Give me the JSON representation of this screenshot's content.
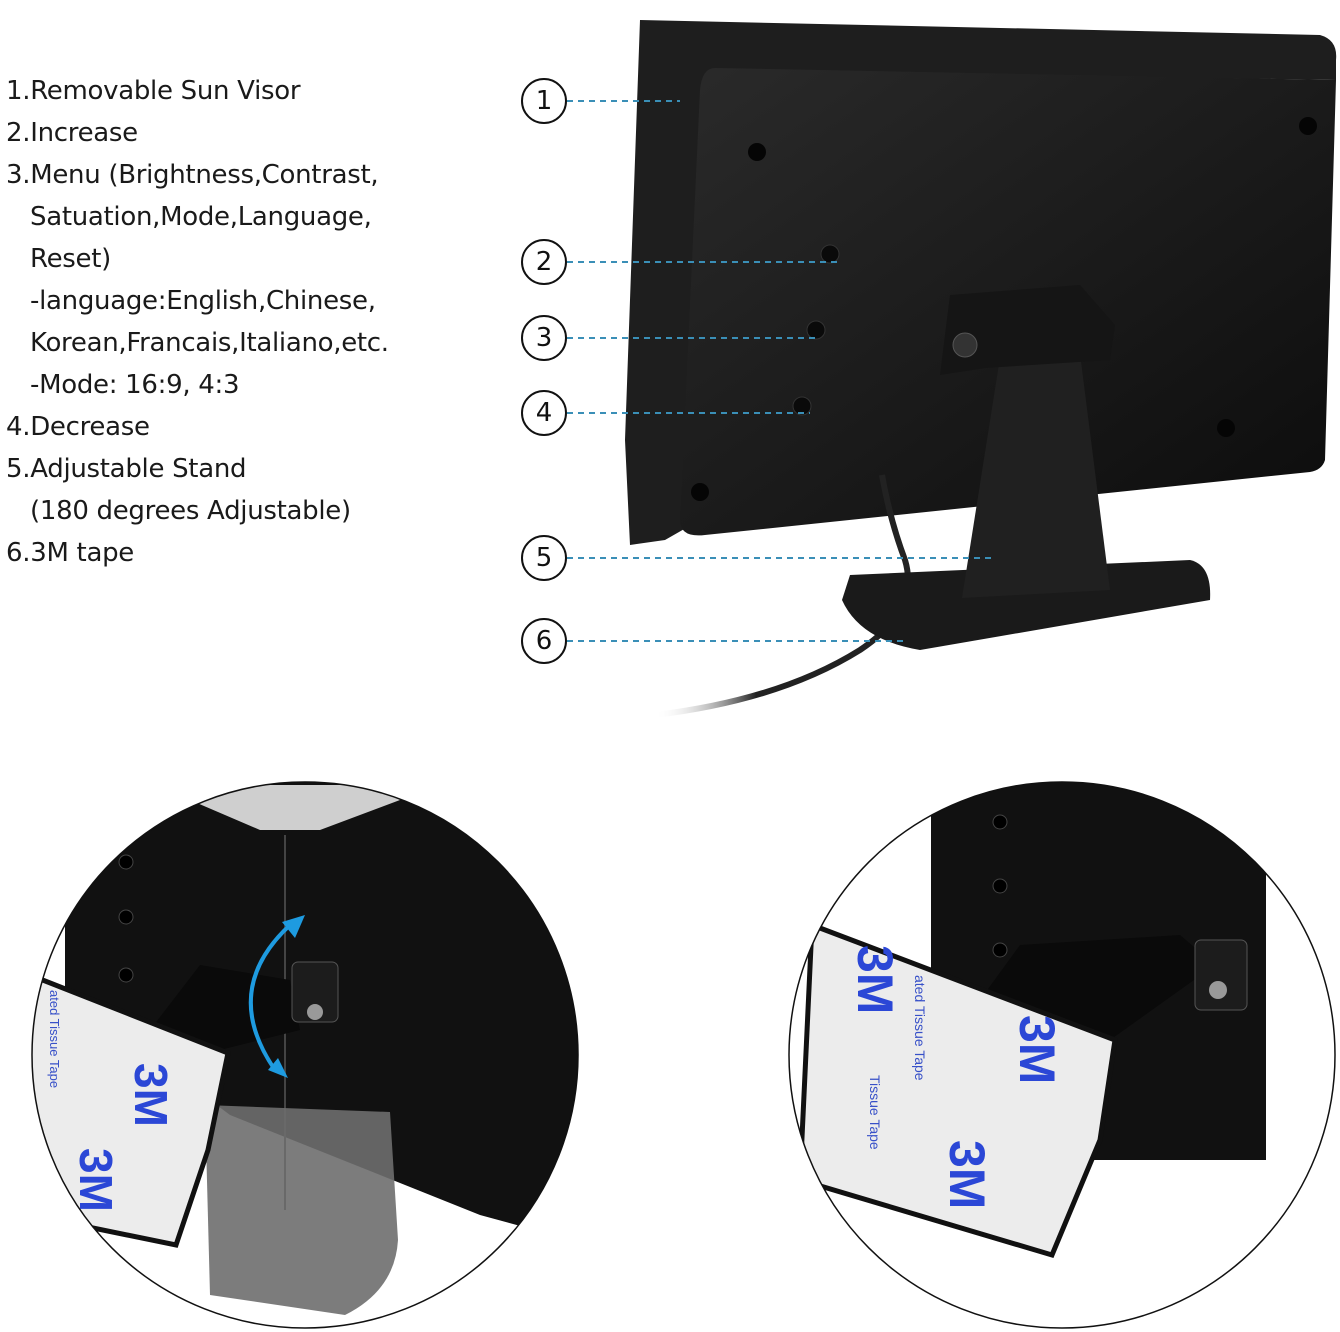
{
  "features": [
    {
      "text": "1.Removable Sun Visor",
      "indent": false
    },
    {
      "text": "2.Increase",
      "indent": false
    },
    {
      "text": "3.Menu (Brightness,Contrast,",
      "indent": false
    },
    {
      "text": "Satuation,Mode,Language,",
      "indent": true
    },
    {
      "text": "Reset)",
      "indent": true
    },
    {
      "text": "-language:English,Chinese,",
      "indent": true
    },
    {
      "text": "Korean,Francais,Italiano,etc.",
      "indent": true
    },
    {
      "text": "-Mode: 16:9, 4:3",
      "indent": true
    },
    {
      "text": "4.Decrease",
      "indent": false
    },
    {
      "text": "5.Adjustable Stand",
      "indent": false
    },
    {
      "text": "(180 degrees Adjustable)",
      "indent": true
    },
    {
      "text": "6.3M tape",
      "indent": false
    }
  ],
  "callouts": [
    "1",
    "2",
    "3",
    "4",
    "5",
    "6"
  ],
  "tape": {
    "brand": "3M",
    "text_a": "ated Tissue Tape",
    "text_b": "Tissue Tape"
  },
  "colors": {
    "leader_line": "#3a8fb7",
    "arrow": "#1e9be0",
    "tape_print": "#2b47d6",
    "device": "#151515"
  }
}
